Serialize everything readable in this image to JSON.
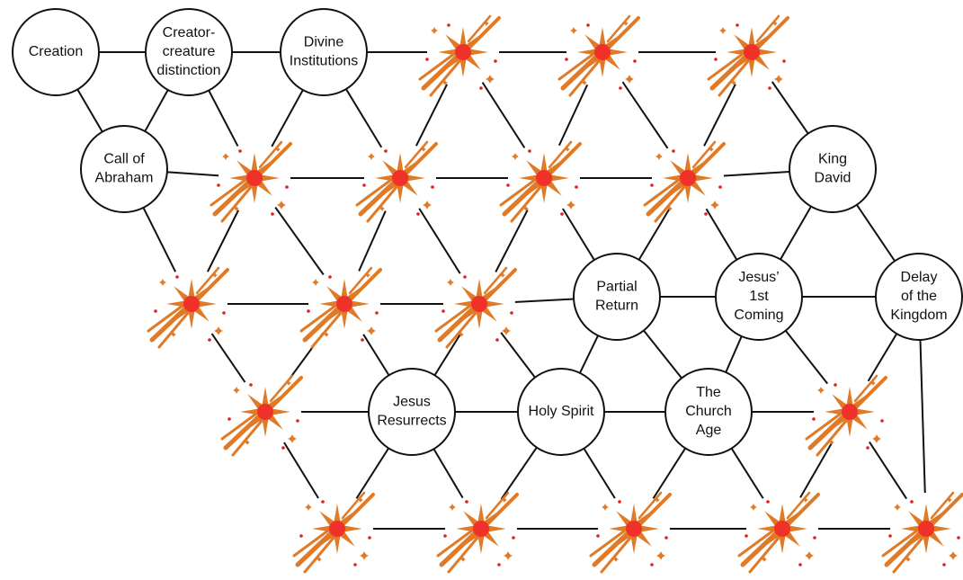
{
  "diagram": {
    "nodes": [
      {
        "id": "creation",
        "lines": [
          "Creation"
        ]
      },
      {
        "id": "creator-creature",
        "lines": [
          "Creator-",
          "creature",
          "distinction"
        ]
      },
      {
        "id": "divine-institutions",
        "lines": [
          "Divine",
          "Institutions"
        ]
      },
      {
        "id": "call-of-abraham",
        "lines": [
          "Call of",
          "Abraham"
        ]
      },
      {
        "id": "king-david",
        "lines": [
          "King",
          "David"
        ]
      },
      {
        "id": "partial-return",
        "lines": [
          "Partial",
          "Return"
        ]
      },
      {
        "id": "jesus-first-coming",
        "lines": [
          "Jesus’",
          "1st",
          "Coming"
        ]
      },
      {
        "id": "delay-of-kingdom",
        "lines": [
          "Delay",
          "of the",
          "Kingdom"
        ]
      },
      {
        "id": "jesus-resurrects",
        "lines": [
          "Jesus",
          "Resurrects"
        ]
      },
      {
        "id": "holy-spirit",
        "lines": [
          "Holy Spirit"
        ]
      },
      {
        "id": "church-age",
        "lines": [
          "The",
          "Church",
          "Age"
        ]
      }
    ],
    "stars": [
      "s1",
      "s2",
      "s3",
      "s4",
      "s5",
      "s6",
      "s7",
      "s8",
      "s9",
      "s10",
      "s11",
      "s12",
      "s13",
      "s14",
      "s15",
      "s16",
      "s17",
      "s18",
      "s19"
    ],
    "colors": {
      "line": "#111111",
      "node_fill": "#ffffff",
      "star_orange": "#e07a26",
      "star_core": "#f0312a",
      "star_dot": "#e02020"
    }
  }
}
